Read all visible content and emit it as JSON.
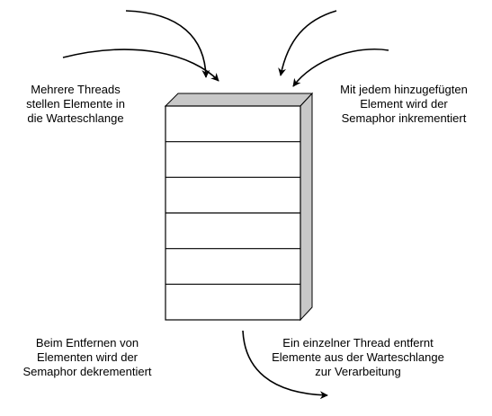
{
  "diagram": {
    "type": "queue-flow",
    "queue_slots": 6,
    "colors": {
      "stroke": "#000000",
      "queue_side": "#c8c8c8",
      "queue_front": "#ffffff"
    },
    "labels": {
      "producers": "Mehrere Threads\nstellen Elemente in\ndie Warteschlange",
      "increment": "Mit jedem hinzugefügten\nElement wird der\nSemaphor inkrementiert",
      "decrement": "Beim Entfernen von\nElementen wird der\nSemaphor dekrementiert",
      "consumer": "Ein einzelner Thread entfernt\nElemente aus der Warteschlange\nzur Verarbeitung"
    }
  }
}
